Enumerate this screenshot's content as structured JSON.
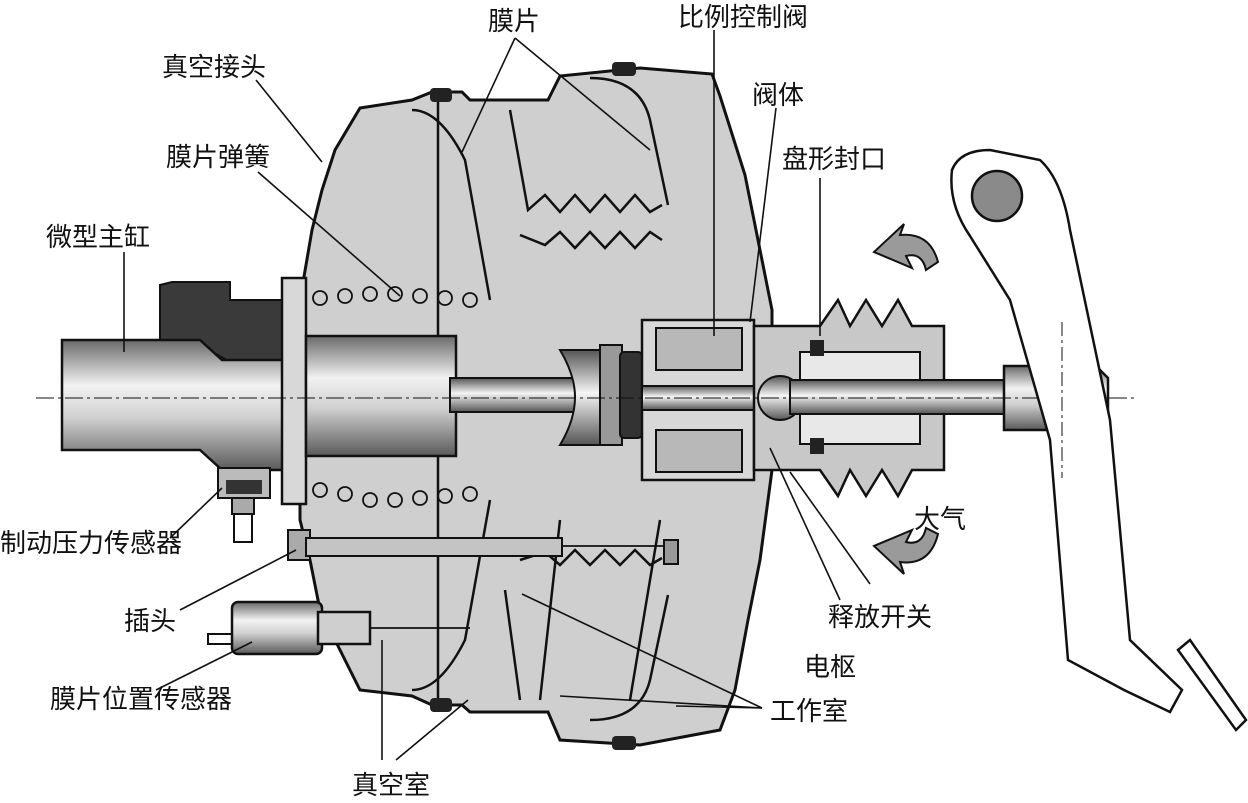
{
  "labels": {
    "vacuum_connector": "真空接头",
    "diaphragm_top": "膜片",
    "proportional_valve": "比例控制阀",
    "valve_body": "阀体",
    "disc_seal": "盘形封口",
    "diaphragm_spring": "膜片弹簧",
    "micro_master_cylinder": "微型主缸",
    "brake_pressure_sensor": "制动压力传感器",
    "plug": "插头",
    "diaphragm_position_sensor": "膜片位置传感器",
    "vacuum_chamber": "真空室",
    "working_chamber": "工作室",
    "armature": "电枢",
    "release_switch": "释放开关",
    "atmosphere": "大气"
  },
  "colors": {
    "housing": "#cfcfcf",
    "dark_part": "#3a3a3a",
    "metal_light": "#e8e8e8",
    "metal_mid": "#9a9a9a",
    "ink": "#111111"
  }
}
